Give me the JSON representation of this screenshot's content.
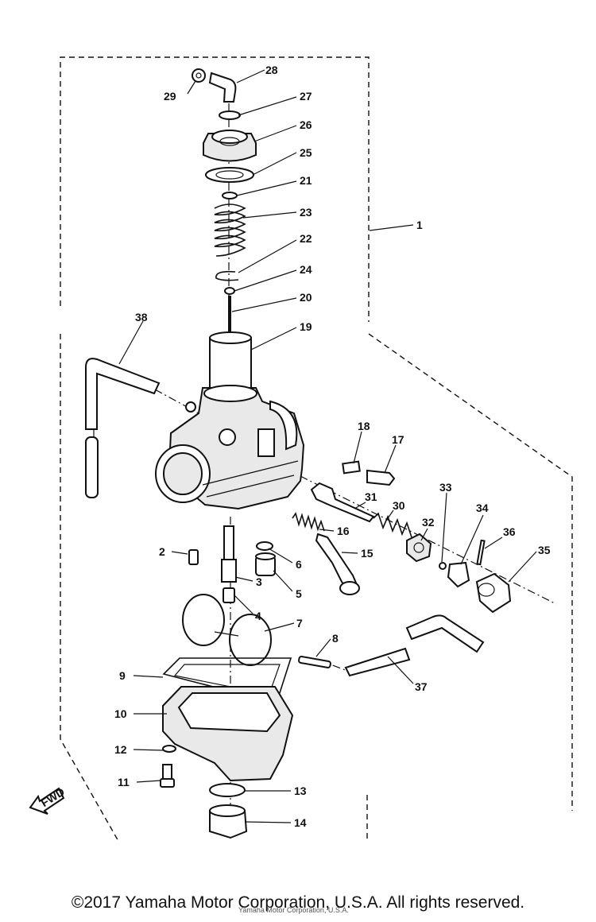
{
  "diagram": {
    "callouts": [
      {
        "id": "c28",
        "label": "28"
      },
      {
        "id": "c29",
        "label": "29"
      },
      {
        "id": "c27",
        "label": "27"
      },
      {
        "id": "c26",
        "label": "26"
      },
      {
        "id": "c25",
        "label": "25"
      },
      {
        "id": "c21",
        "label": "21"
      },
      {
        "id": "c23",
        "label": "23"
      },
      {
        "id": "c1",
        "label": "1"
      },
      {
        "id": "c22",
        "label": "22"
      },
      {
        "id": "c24",
        "label": "24"
      },
      {
        "id": "c20",
        "label": "20"
      },
      {
        "id": "c38",
        "label": "38"
      },
      {
        "id": "c19",
        "label": "19"
      },
      {
        "id": "c18",
        "label": "18"
      },
      {
        "id": "c17",
        "label": "17"
      },
      {
        "id": "c31",
        "label": "31"
      },
      {
        "id": "c30",
        "label": "30"
      },
      {
        "id": "c33",
        "label": "33"
      },
      {
        "id": "c34",
        "label": "34"
      },
      {
        "id": "c16",
        "label": "16"
      },
      {
        "id": "c32",
        "label": "32"
      },
      {
        "id": "c36",
        "label": "36"
      },
      {
        "id": "c35",
        "label": "35"
      },
      {
        "id": "c2",
        "label": "2"
      },
      {
        "id": "c6",
        "label": "6"
      },
      {
        "id": "c15",
        "label": "15"
      },
      {
        "id": "c3",
        "label": "3"
      },
      {
        "id": "c5",
        "label": "5"
      },
      {
        "id": "c4",
        "label": "4"
      },
      {
        "id": "c7",
        "label": "7"
      },
      {
        "id": "c8",
        "label": "8"
      },
      {
        "id": "c9",
        "label": "9"
      },
      {
        "id": "c37",
        "label": "37"
      },
      {
        "id": "c10",
        "label": "10"
      },
      {
        "id": "c12",
        "label": "12"
      },
      {
        "id": "c11",
        "label": "11"
      },
      {
        "id": "c13",
        "label": "13"
      },
      {
        "id": "c14",
        "label": "14"
      }
    ],
    "fwd_label": "FWD"
  },
  "footer": {
    "copyright": "©2017 Yamaha Motor Corporation, U.S.A. All rights reserved.",
    "watermark": "Yamaha Motor Corporation, U.S.A."
  }
}
